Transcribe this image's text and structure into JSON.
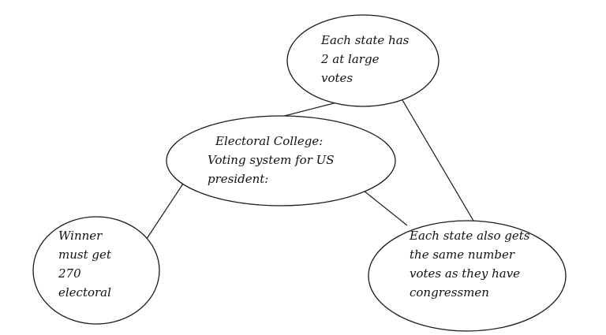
{
  "colors": {
    "stroke": "#1a1a1a",
    "text": "#111111",
    "background": "#ffffff"
  },
  "nodes": {
    "at_large": {
      "lines": [
        "Each state has",
        "2 at large",
        "votes"
      ]
    },
    "electoral": {
      "lines": [
        "Electoral College:",
        "Voting system for US",
        "president:"
      ]
    },
    "winner": {
      "lines": [
        "Winner",
        "must get",
        "270",
        "electoral"
      ]
    },
    "congress": {
      "lines": [
        "Each state also gets",
        "the same number",
        "votes as they have",
        "congressmen"
      ]
    }
  }
}
